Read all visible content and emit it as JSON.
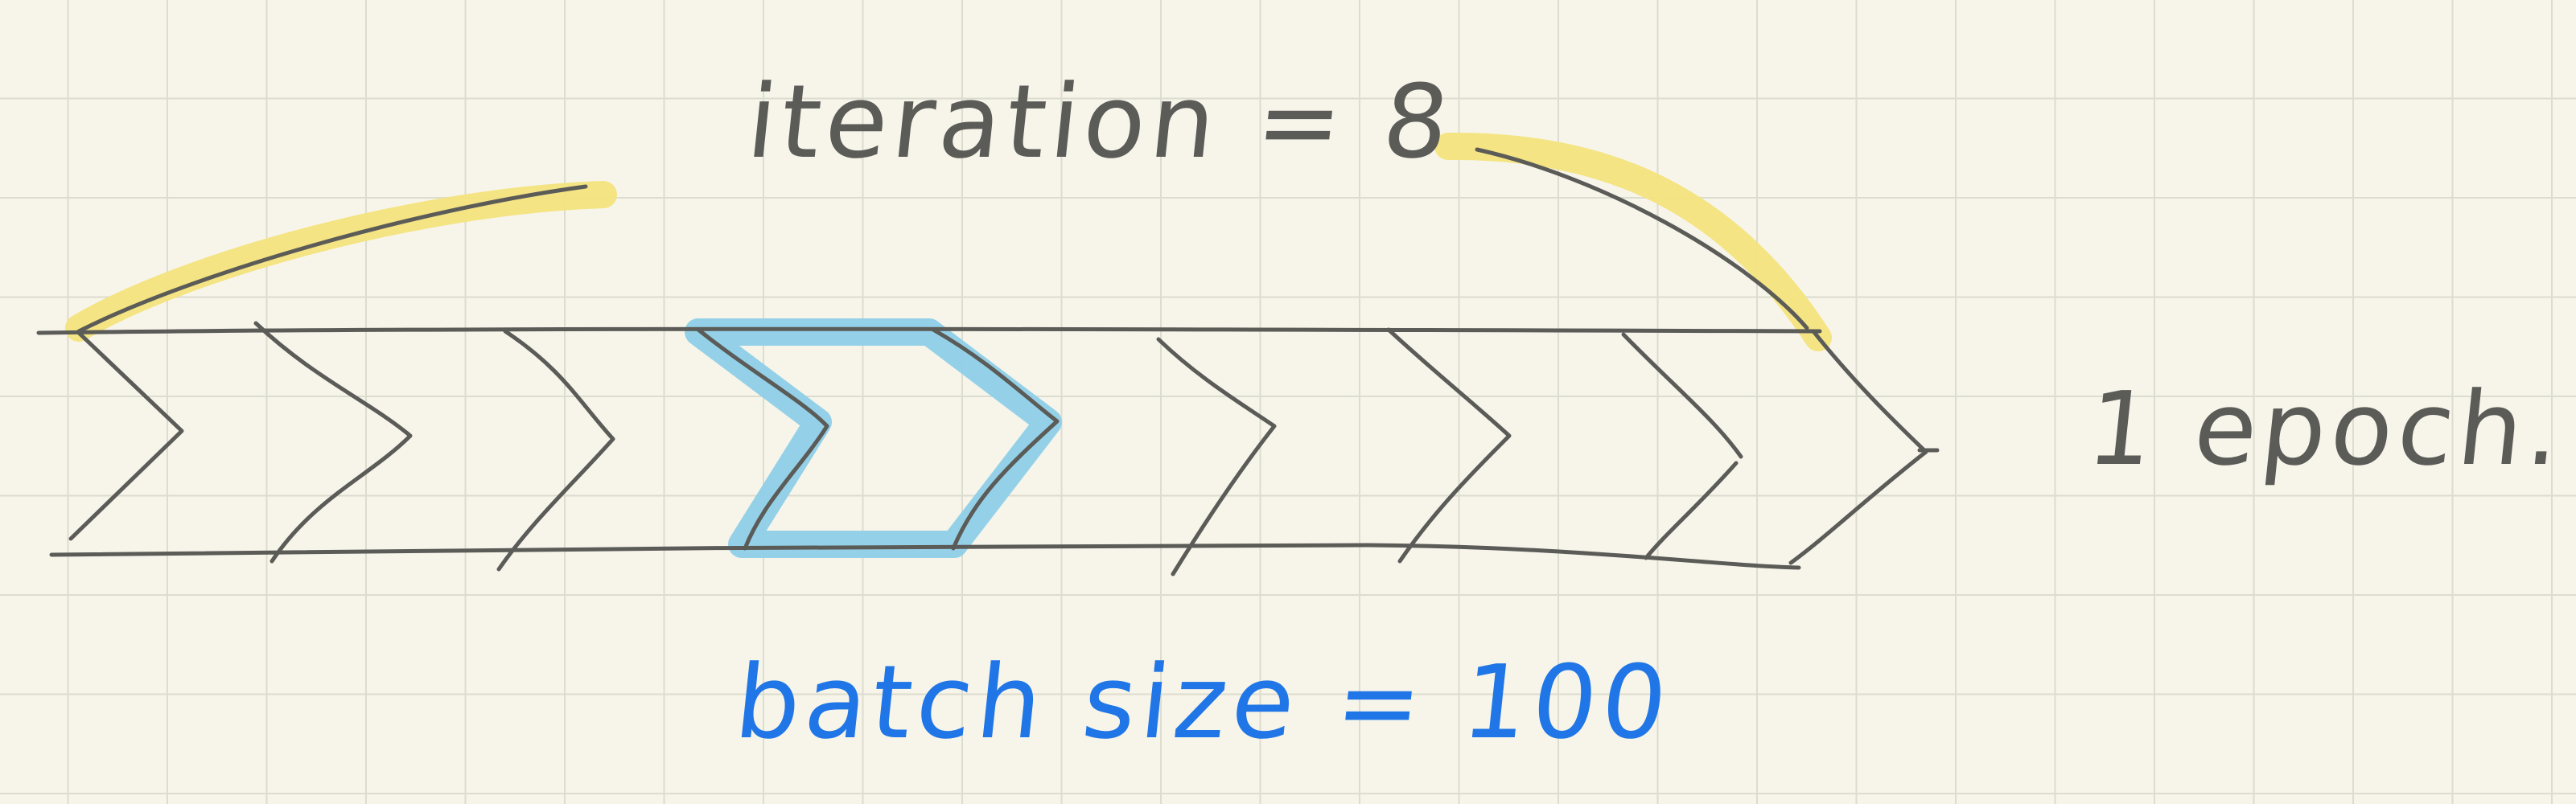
{
  "labels": {
    "iteration": "iteration = 8",
    "epoch": "1 epoch.",
    "batch_size": "batch size = 100"
  },
  "colors": {
    "paper": "#f7f5ea",
    "grid": "#dcdccf",
    "ink": "#5b5b58",
    "yellow_highlight": "#f3e37d",
    "blue_highlight": "#8ecfe8",
    "blue_ink": "#2076e6"
  },
  "diagram": {
    "chevron_count": 8,
    "highlighted_chevron_index": 4
  }
}
